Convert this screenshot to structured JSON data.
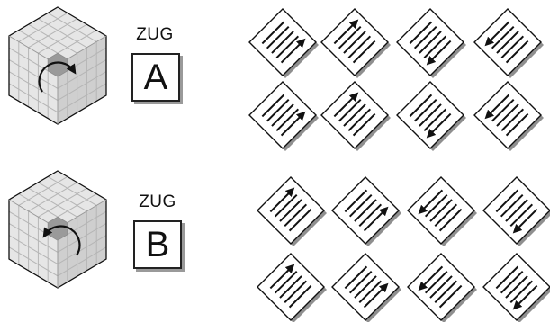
{
  "moves": [
    {
      "id": "a",
      "caption": "ZUG",
      "letter": "A",
      "rotation": "clockwise",
      "tiles": [
        [
          "up-right",
          "up-left",
          "down-left",
          "down-right"
        ],
        [
          "up-right",
          "up-left",
          "down-left",
          "down-right"
        ]
      ]
    },
    {
      "id": "b",
      "caption": "ZUG",
      "letter": "B",
      "rotation": "counterclockwise",
      "tiles": [
        [
          "up-left",
          "up-right",
          "down-right",
          "down-left"
        ],
        [
          "up-left",
          "up-right",
          "down-right",
          "down-left"
        ]
      ]
    }
  ],
  "colors": {
    "line": "#111111",
    "shadow": "#8f8f8f",
    "cube_face": "#e6e6e6",
    "cube_face_dark": "#cfcfcf",
    "cube_grid": "#b5b5b5",
    "highlight": "#9a9a9a"
  },
  "icons": {
    "rotate_clockwise": "rotate-clockwise-arrow-icon",
    "rotate_counterclockwise": "rotate-counterclockwise-arrow-icon",
    "tile": "diagonal-stripes-arrow-tile-icon"
  }
}
